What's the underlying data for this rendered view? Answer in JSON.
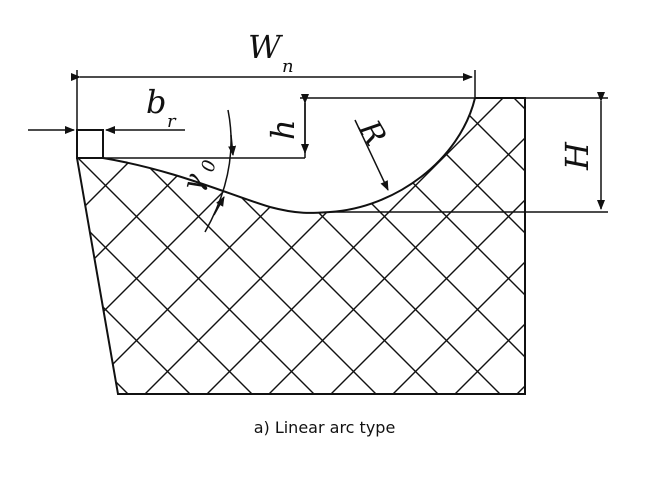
{
  "labels": {
    "wn_main": "W",
    "wn_sub": "n",
    "br_main": "b",
    "br_sub": "r",
    "h_small": "h",
    "r": "R",
    "h_big": "H",
    "gamma_main": "γ",
    "gamma_sub": "0"
  },
  "caption": "a) Linear arc type",
  "colors": {
    "stroke": "#111111",
    "background": "#ffffff"
  }
}
